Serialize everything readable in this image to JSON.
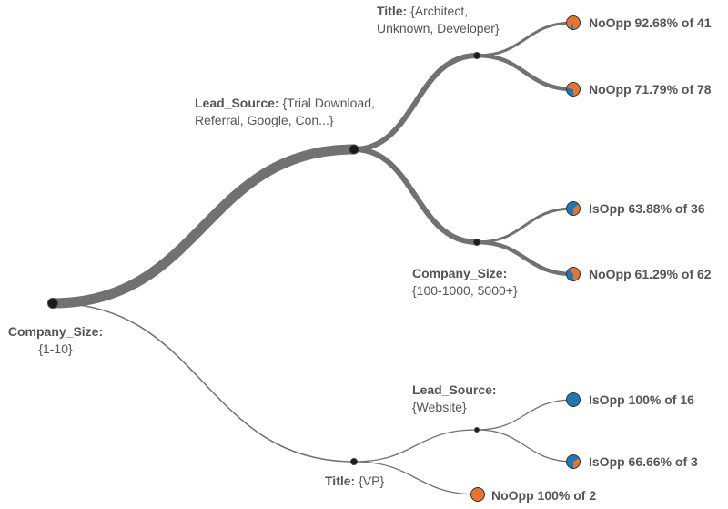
{
  "colors": {
    "isopp": "#1f77b4",
    "noopp": "#e8732a",
    "edge": "#717171",
    "node": "#1a1a1a",
    "text": "#555555"
  },
  "splits": {
    "root": {
      "attr": "Company_Size:",
      "values": "{1-10}"
    },
    "ls1": {
      "attr": "Lead_Source:",
      "values_l1": "{Trial Download,",
      "values_l2": "Referral, Google, Con...}"
    },
    "title1": {
      "attr": "Title:",
      "values_l1": "{Architect,",
      "values_l2": "Unknown, Developer}"
    },
    "cs2": {
      "attr": "Company_Size:",
      "values": "{100-1000, 5000+}"
    },
    "title2": {
      "attr": "Title:",
      "values": "{VP}"
    },
    "ls2": {
      "attr": "Lead_Source:",
      "values": "{Website}"
    }
  },
  "leaves": [
    {
      "label": "NoOpp 92.68% of 41",
      "class": "NoOpp",
      "confidence": 0.9268,
      "count": 41
    },
    {
      "label": "NoOpp 71.79% of 78",
      "class": "NoOpp",
      "confidence": 0.7179,
      "count": 78
    },
    {
      "label": "IsOpp 63.88% of 36",
      "class": "IsOpp",
      "confidence": 0.6388,
      "count": 36
    },
    {
      "label": "NoOpp 61.29% of 62",
      "class": "NoOpp",
      "confidence": 0.6129,
      "count": 62
    },
    {
      "label": "IsOpp 100% of 16",
      "class": "IsOpp",
      "confidence": 1.0,
      "count": 16
    },
    {
      "label": "IsOpp 66.66% of 3",
      "class": "IsOpp",
      "confidence": 0.6666,
      "count": 3
    },
    {
      "label": "NoOpp 100% of 2",
      "class": "NoOpp",
      "confidence": 1.0,
      "count": 2
    }
  ]
}
